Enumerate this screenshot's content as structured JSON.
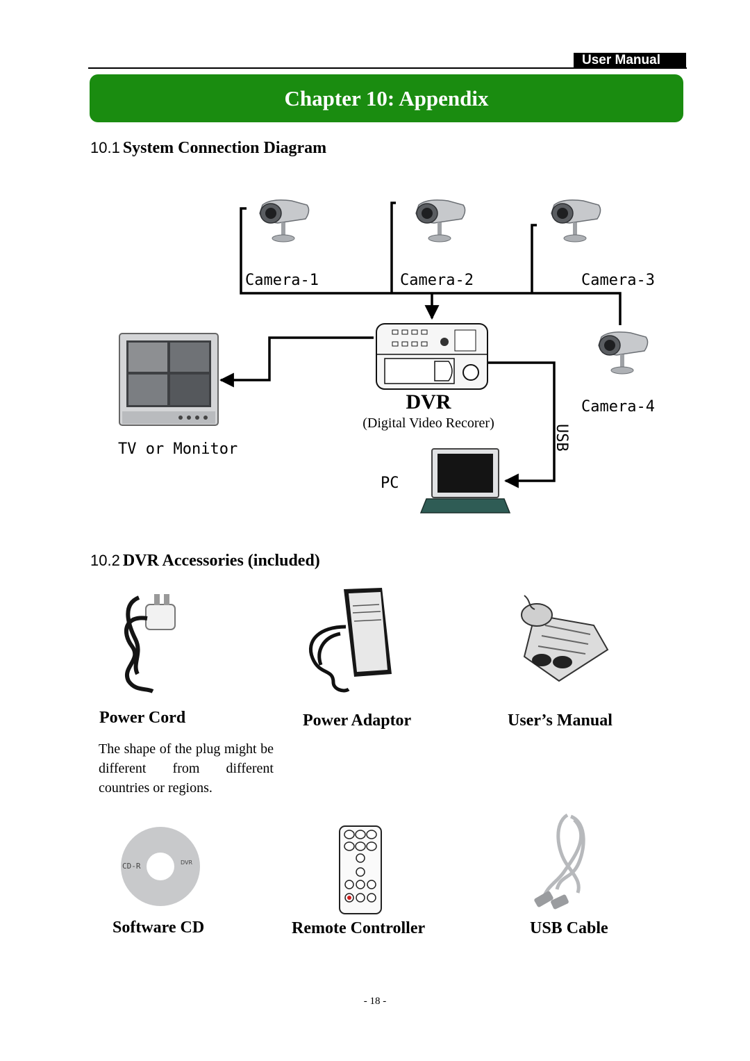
{
  "header": {
    "tag": "User Manual"
  },
  "chapter": {
    "title": "Chapter 10: Appendix"
  },
  "section1": {
    "num": "10.1",
    "title": "System Connection Diagram"
  },
  "diagram": {
    "camera1": "Camera-1",
    "camera2": "Camera-2",
    "camera3": "Camera-3",
    "camera4": "Camera-4",
    "dvr": "DVR",
    "dvr_sub": "(Digital Video Recorer)",
    "tv": "TV or Monitor",
    "pc": "PC",
    "usb": "USB"
  },
  "section2": {
    "num": "10.2",
    "title": "DVR Accessories (included)"
  },
  "accessories": {
    "power_cord": "Power Cord",
    "power_cord_note": "The shape of the plug might be different from different countries or regions.",
    "power_adaptor": "Power Adaptor",
    "users_manual": "User’s Manual",
    "software_cd": "Software CD",
    "remote_controller": "Remote Controller",
    "usb_cable": "USB Cable"
  },
  "cd_label": {
    "left": "CD-R",
    "right": "DVR"
  },
  "page_number": "- 18 -"
}
